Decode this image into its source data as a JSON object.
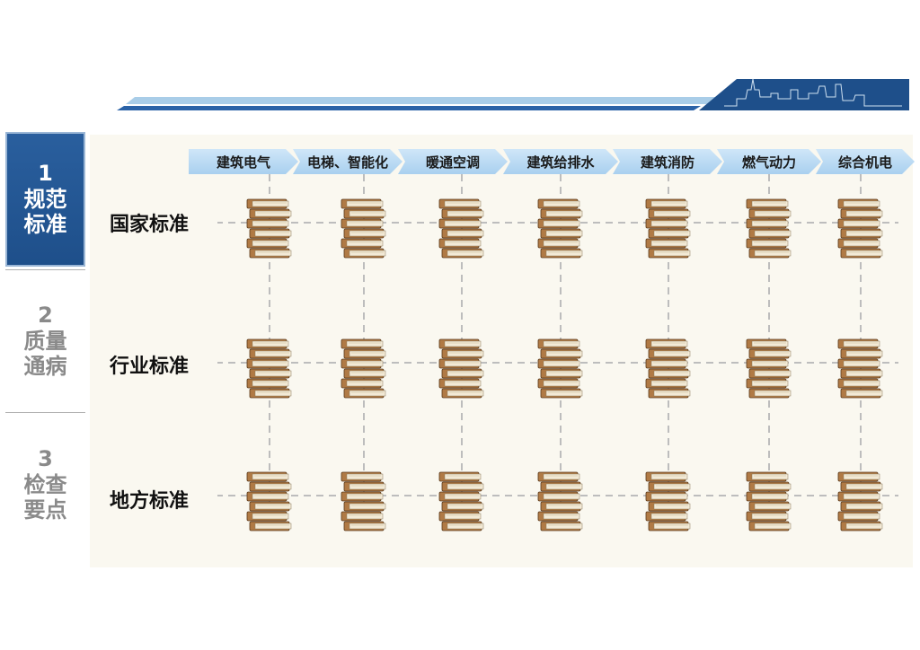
{
  "sidebar": {
    "items": [
      {
        "num": "1",
        "line1": "规范",
        "line2": "标准",
        "active": true
      },
      {
        "num": "2",
        "line1": "质量",
        "line2": "通病",
        "active": false
      },
      {
        "num": "3",
        "line1": "检查",
        "line2": "要点",
        "active": false
      }
    ]
  },
  "categories": [
    "建筑电气",
    "电梯、智能化",
    "暖通空调",
    "建筑给排水",
    "建筑消防",
    "燃气动力",
    "综合机电"
  ],
  "rows": [
    "国家标准",
    "行业标准",
    "地方标准"
  ],
  "colors": {
    "accent": "#1e4f8a",
    "header_light": "#a9cde8",
    "arrow_fill": "#b9dbf3",
    "book_cover": "#b07a45",
    "book_pages": "#f3ead6",
    "panel_bg": "#faf8f0",
    "grid_line": "#bdbdbd"
  },
  "icons": {
    "book": "book-stack-icon",
    "skyline": "city-skyline-icon"
  }
}
